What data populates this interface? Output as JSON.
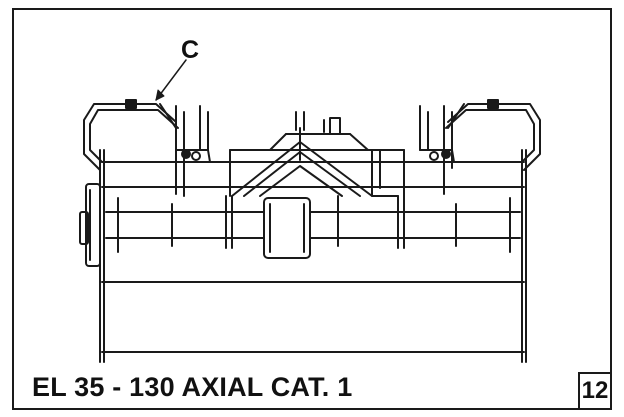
{
  "caption": "EL 35 - 130 AXIAL CAT. 1",
  "callout_label": "C",
  "figure_number": "12",
  "line_color": "#1a1a1a"
}
